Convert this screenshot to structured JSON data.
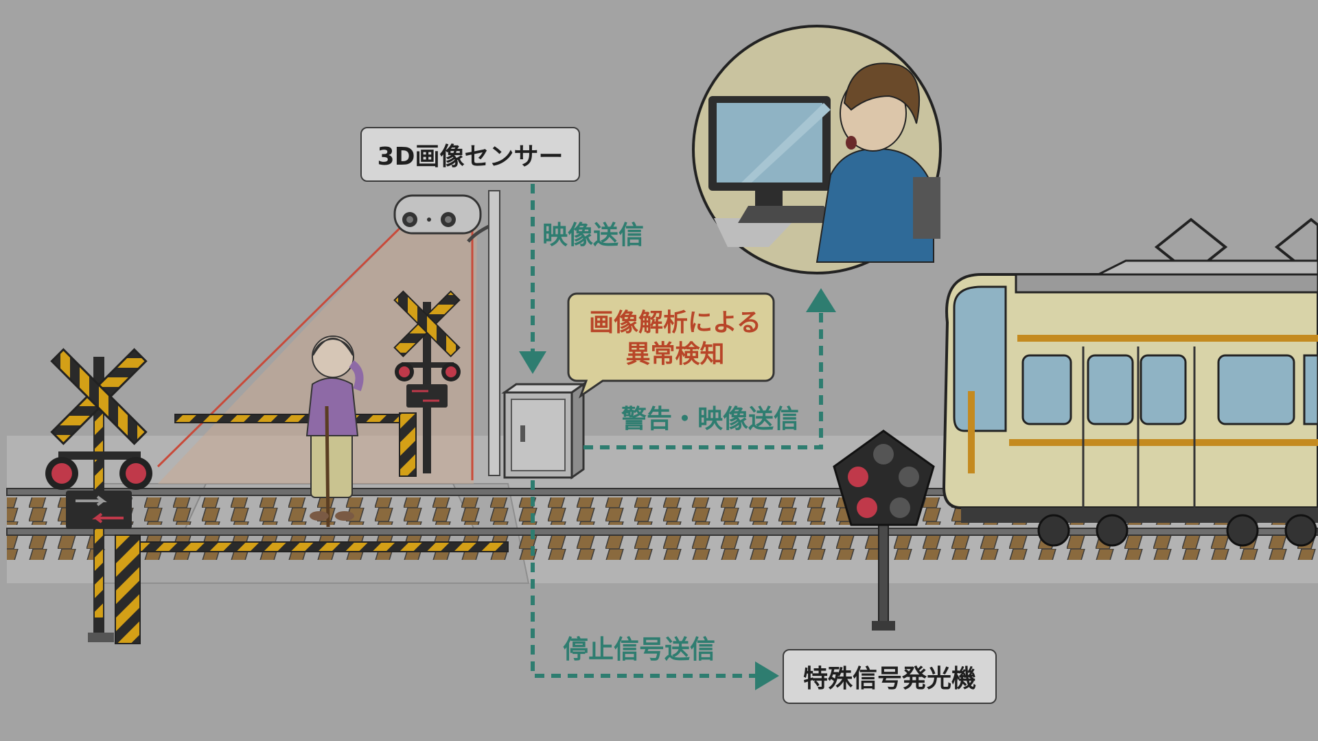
{
  "labels": {
    "sensor": "3D画像センサー",
    "video_tx": "映像送信",
    "analysis_line1": "画像解析による",
    "analysis_line2": "異常検知",
    "alert_tx": "警告・映像送信",
    "stop_tx": "停止信号送信",
    "special_signal": "特殊信号発光機"
  },
  "colors": {
    "background": "#a3a3a3",
    "arrow_teal": "#2e7d70",
    "alert_red": "#b84528",
    "callout_bg": "#d9cf9a",
    "hazard_yellow": "#d4a017",
    "train_body": "#d8d3a8",
    "train_stripe": "#c48a1f"
  },
  "icons": {
    "sensor": "stereo-camera-icon",
    "control_box": "cabinet-icon",
    "operator": "person-at-computer-icon",
    "crossing_signal": "railroad-crossing-icon",
    "signal_light": "special-signal-light-icon",
    "train": "train-icon",
    "pedestrian": "elderly-person-with-cane-icon"
  }
}
